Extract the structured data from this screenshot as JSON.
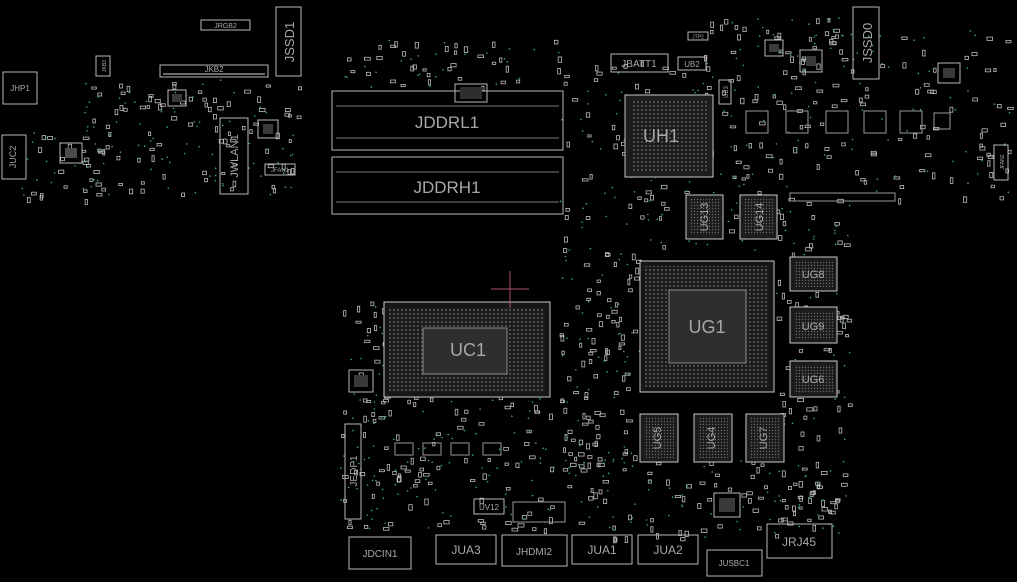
{
  "board": {
    "background": "#000000",
    "outline_color": "#b9b9b9",
    "label_color": "#a8a8a8",
    "via_color": "#3fa39a",
    "cursor_color": "#b0506a"
  },
  "components": {
    "jrgb2": "JRGB2",
    "jssd1": "JSSD1",
    "jkb3": "JKB3",
    "jkb2": "JKB2",
    "jhp1": "JHP1",
    "juc2": "JUC2",
    "jwlan1": "JWLAN1",
    "jfan1": "JFAN1",
    "jddrl1": "JDDRL1",
    "jddrh1": "JDDRH1",
    "jbatt1": "JBATT1",
    "ub2": "UB2",
    "jtp2": "JTP2",
    "ub3": "UB3",
    "jssd0": "JSSD0",
    "uh1": "UH1",
    "ug13": "UG13",
    "ug14": "UG14",
    "ug8": "UG8",
    "ug1": "UG1",
    "ug9": "UG9",
    "ug6": "UG6",
    "ug5": "UG5",
    "ug4": "UG4",
    "ug7": "UG7",
    "uc1": "UC1",
    "jedp1": "JEDP1",
    "uv12": "UV12",
    "jdcin1": "JDCIN1",
    "jua3": "JUA3",
    "jhdmi2": "JHDMI2",
    "jua1": "JUA1",
    "jua2": "JUA2",
    "jusbc1": "JUSBC1",
    "jrj45": "JRJ45",
    "jfan2": "JFAN2"
  }
}
